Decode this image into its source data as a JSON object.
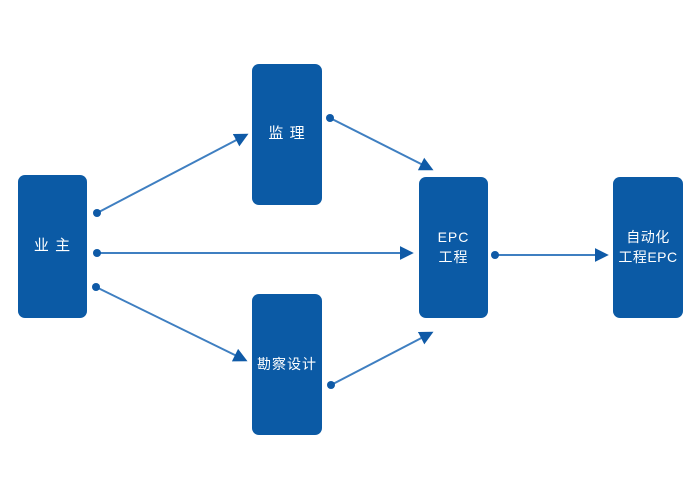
{
  "colors": {
    "background": "#ffffff",
    "node_fill": "#0b5aa5",
    "node_text": "#ffffff",
    "connector_line": "#3f7fc1",
    "connector_marker": "#0f5aa7"
  },
  "nodes": {
    "owner": {
      "label": "业 主"
    },
    "supervision": {
      "label": "监 理"
    },
    "survey_design": {
      "label": "勘察设计"
    },
    "epc": {
      "line1": "EPC",
      "line2": "工程"
    },
    "automation_epc": {
      "line1": "自动化",
      "line2": "工程EPC"
    }
  },
  "edges": [
    {
      "from": "业 主",
      "to": "监 理"
    },
    {
      "from": "业 主",
      "to": "EPC 工程"
    },
    {
      "from": "业 主",
      "to": "勘察设计"
    },
    {
      "from": "监 理",
      "to": "EPC 工程"
    },
    {
      "from": "勘察设计",
      "to": "EPC 工程"
    },
    {
      "from": "EPC 工程",
      "to": "自动化 工程EPC"
    }
  ]
}
